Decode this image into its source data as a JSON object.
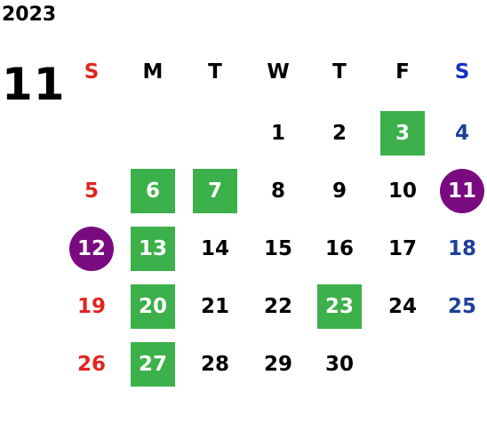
{
  "year": "2023",
  "month": "11",
  "weekdays": [
    "S",
    "M",
    "T",
    "W",
    "T",
    "F",
    "S"
  ],
  "colors": {
    "sunday": "#e0261f",
    "saturday": "#1f3f9a",
    "saturday_header": "#1430c8",
    "weekday": "#000000",
    "holiday_box": "#3cb04a",
    "special_circle": "#7a0a80"
  },
  "weeks": [
    [
      "",
      "",
      "",
      "1",
      "2",
      "3",
      "4"
    ],
    [
      "5",
      "6",
      "7",
      "8",
      "9",
      "10",
      "11"
    ],
    [
      "12",
      "13",
      "14",
      "15",
      "16",
      "17",
      "18"
    ],
    [
      "19",
      "20",
      "21",
      "22",
      "23",
      "24",
      "25"
    ],
    [
      "26",
      "27",
      "28",
      "29",
      "30",
      "",
      ""
    ]
  ],
  "green_days": [
    "3",
    "6",
    "7",
    "13",
    "20",
    "23",
    "27"
  ],
  "purple_days": [
    "11",
    "12"
  ]
}
